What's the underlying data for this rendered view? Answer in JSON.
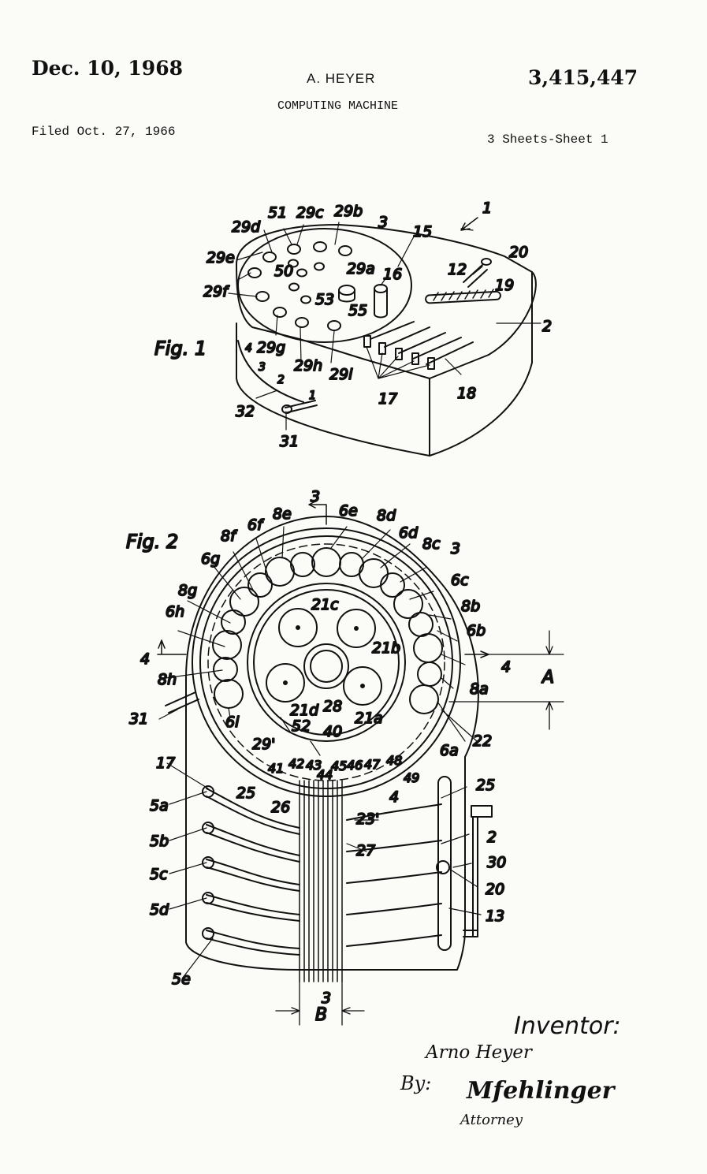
{
  "header": {
    "date": "Dec. 10, 1968",
    "inventor": "A. HEYER",
    "patent_number": "3,415,447",
    "title": "COMPUTING MACHINE",
    "filed": "Filed Oct. 27, 1966",
    "sheets": "3 Sheets-Sheet 1"
  },
  "fig1": {
    "caption": "Fig. 1",
    "labels": {
      "n1": "1",
      "n2": "2",
      "n3": "3",
      "n12": "12",
      "n15": "15",
      "n16": "16",
      "n17": "17",
      "n18": "18",
      "n19": "19",
      "n20": "20",
      "n29a": "29a",
      "n29b": "29b",
      "n29c": "29c",
      "n29d": "29d",
      "n29e": "29e",
      "n29f": "29f",
      "n29g": "29g",
      "n29h": "29h",
      "n29i": "29i",
      "n31": "31",
      "n32": "32",
      "n50": "50",
      "n51": "51",
      "n53": "53",
      "n55": "55",
      "s1": "1",
      "s2": "2",
      "s3": "3",
      "s4": "4"
    }
  },
  "fig2": {
    "caption": "Fig. 2",
    "labels": {
      "n3": "3",
      "n3b": "3",
      "n3sec": "3",
      "n4l": "4",
      "n4r": "4",
      "n4m": "4",
      "n6a": "6a",
      "n6b": "6b",
      "n6c": "6c",
      "n6d": "6d",
      "n6e": "6e",
      "n6f": "6f",
      "n6g": "6g",
      "n6h": "6h",
      "n6i": "6i",
      "n8a": "8a",
      "n8b": "8b",
      "n8c": "8c",
      "n8d": "8d",
      "n8e": "8e",
      "n8f": "8f",
      "n8g": "8g",
      "n8h": "8h",
      "n21a": "21a",
      "n21b": "21b",
      "n21c": "21c",
      "n21d": "21d",
      "n22": "22",
      "n28": "28",
      "n29p": "29'",
      "n31": "31",
      "n40": "40",
      "n52": "52",
      "n17": "17",
      "n5a": "5a",
      "n5b": "5b",
      "n5c": "5c",
      "n5d": "5d",
      "n5e": "5e",
      "n25l": "25",
      "n25r": "25",
      "n26": "26",
      "n23p": "23'",
      "n27": "27",
      "n2": "2",
      "n30": "30",
      "n20": "20",
      "n13": "13",
      "n41": "41",
      "n42": "42",
      "n43": "43",
      "n44": "44",
      "n45": "45",
      "n46": "46",
      "n47": "47",
      "n48": "48",
      "n49": "49",
      "A": "A",
      "B": "B"
    }
  },
  "signature": {
    "heading": "Inventor:",
    "inventor_signature": "Arno Heyer",
    "by": "By:",
    "attorney_signature": "Mfehlinger",
    "attorney_role": "Attorney"
  }
}
